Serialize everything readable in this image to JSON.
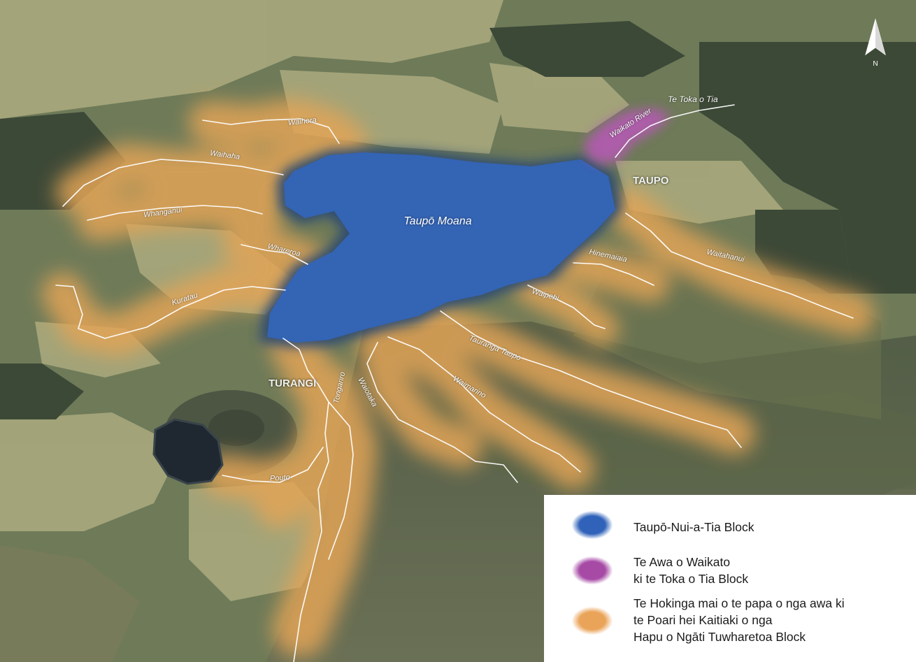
{
  "lake": {
    "name": "Taupō Moana"
  },
  "places": {
    "taupo": "TAUPO",
    "turangi": "TURANGI",
    "te_toka_o_tia": "Te Toka o Tia"
  },
  "rivers": {
    "waikato": "Waikato River",
    "waihora": "Waihora",
    "waihaha": "Waihaha",
    "whanganui": "Whanganui",
    "whareroa": "Whareroa",
    "kuratau": "Kuratau",
    "hinemaiaia": "Hinemaiaia",
    "waitahanui": "Waitahanui",
    "waipehi": "Waipehi",
    "tauranga_taupo": "Tauranga Taupo",
    "waimarino": "Waimarino",
    "waiotaka": "Waiotaka",
    "tongariro": "Tongariro",
    "pouto": "Pouto"
  },
  "compass": {
    "label": "N"
  },
  "legend": {
    "items": [
      {
        "lines": [
          "Taupō-Nui-a-Tia Block"
        ],
        "color": "#2f62b8"
      },
      {
        "lines": [
          "Te Awa o Waikato",
          "ki te Toka o Tia Block"
        ],
        "color": "#a64aa6"
      },
      {
        "lines": [
          "Te Hokinga mai o te papa o nga awa ki",
          "te Poari hei Kaitiaki o nga",
          "Hapu o Ngāti Tuwharetoa Block"
        ],
        "color": "#eaa45a"
      }
    ]
  },
  "colors": {
    "terrain": "#6f7a5a",
    "forest": "#3e4a38",
    "pasture": "#a7a67c",
    "lake": "#3464b4",
    "river_corridor": "#e0a256",
    "waikato_block": "#b25ab0",
    "river_line": "#ffffff"
  }
}
